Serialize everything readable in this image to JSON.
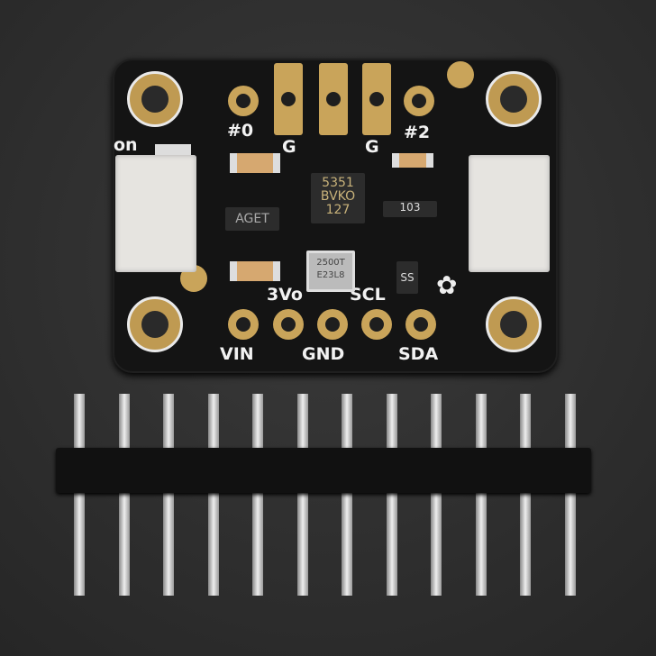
{
  "board_labels": {
    "on": "on",
    "p0": "#0",
    "g1": "G",
    "g2": "G",
    "p2": "#2",
    "v3": "3Vo",
    "scl": "SCL",
    "vin": "VIN",
    "gnd": "GND",
    "sda": "SDA"
  },
  "chips": {
    "main": "5351 BVKO 127",
    "reg": "AGET",
    "res": "103",
    "xtal": "2500T E23L8",
    "fet": "SS"
  },
  "header_pin_count": 12
}
